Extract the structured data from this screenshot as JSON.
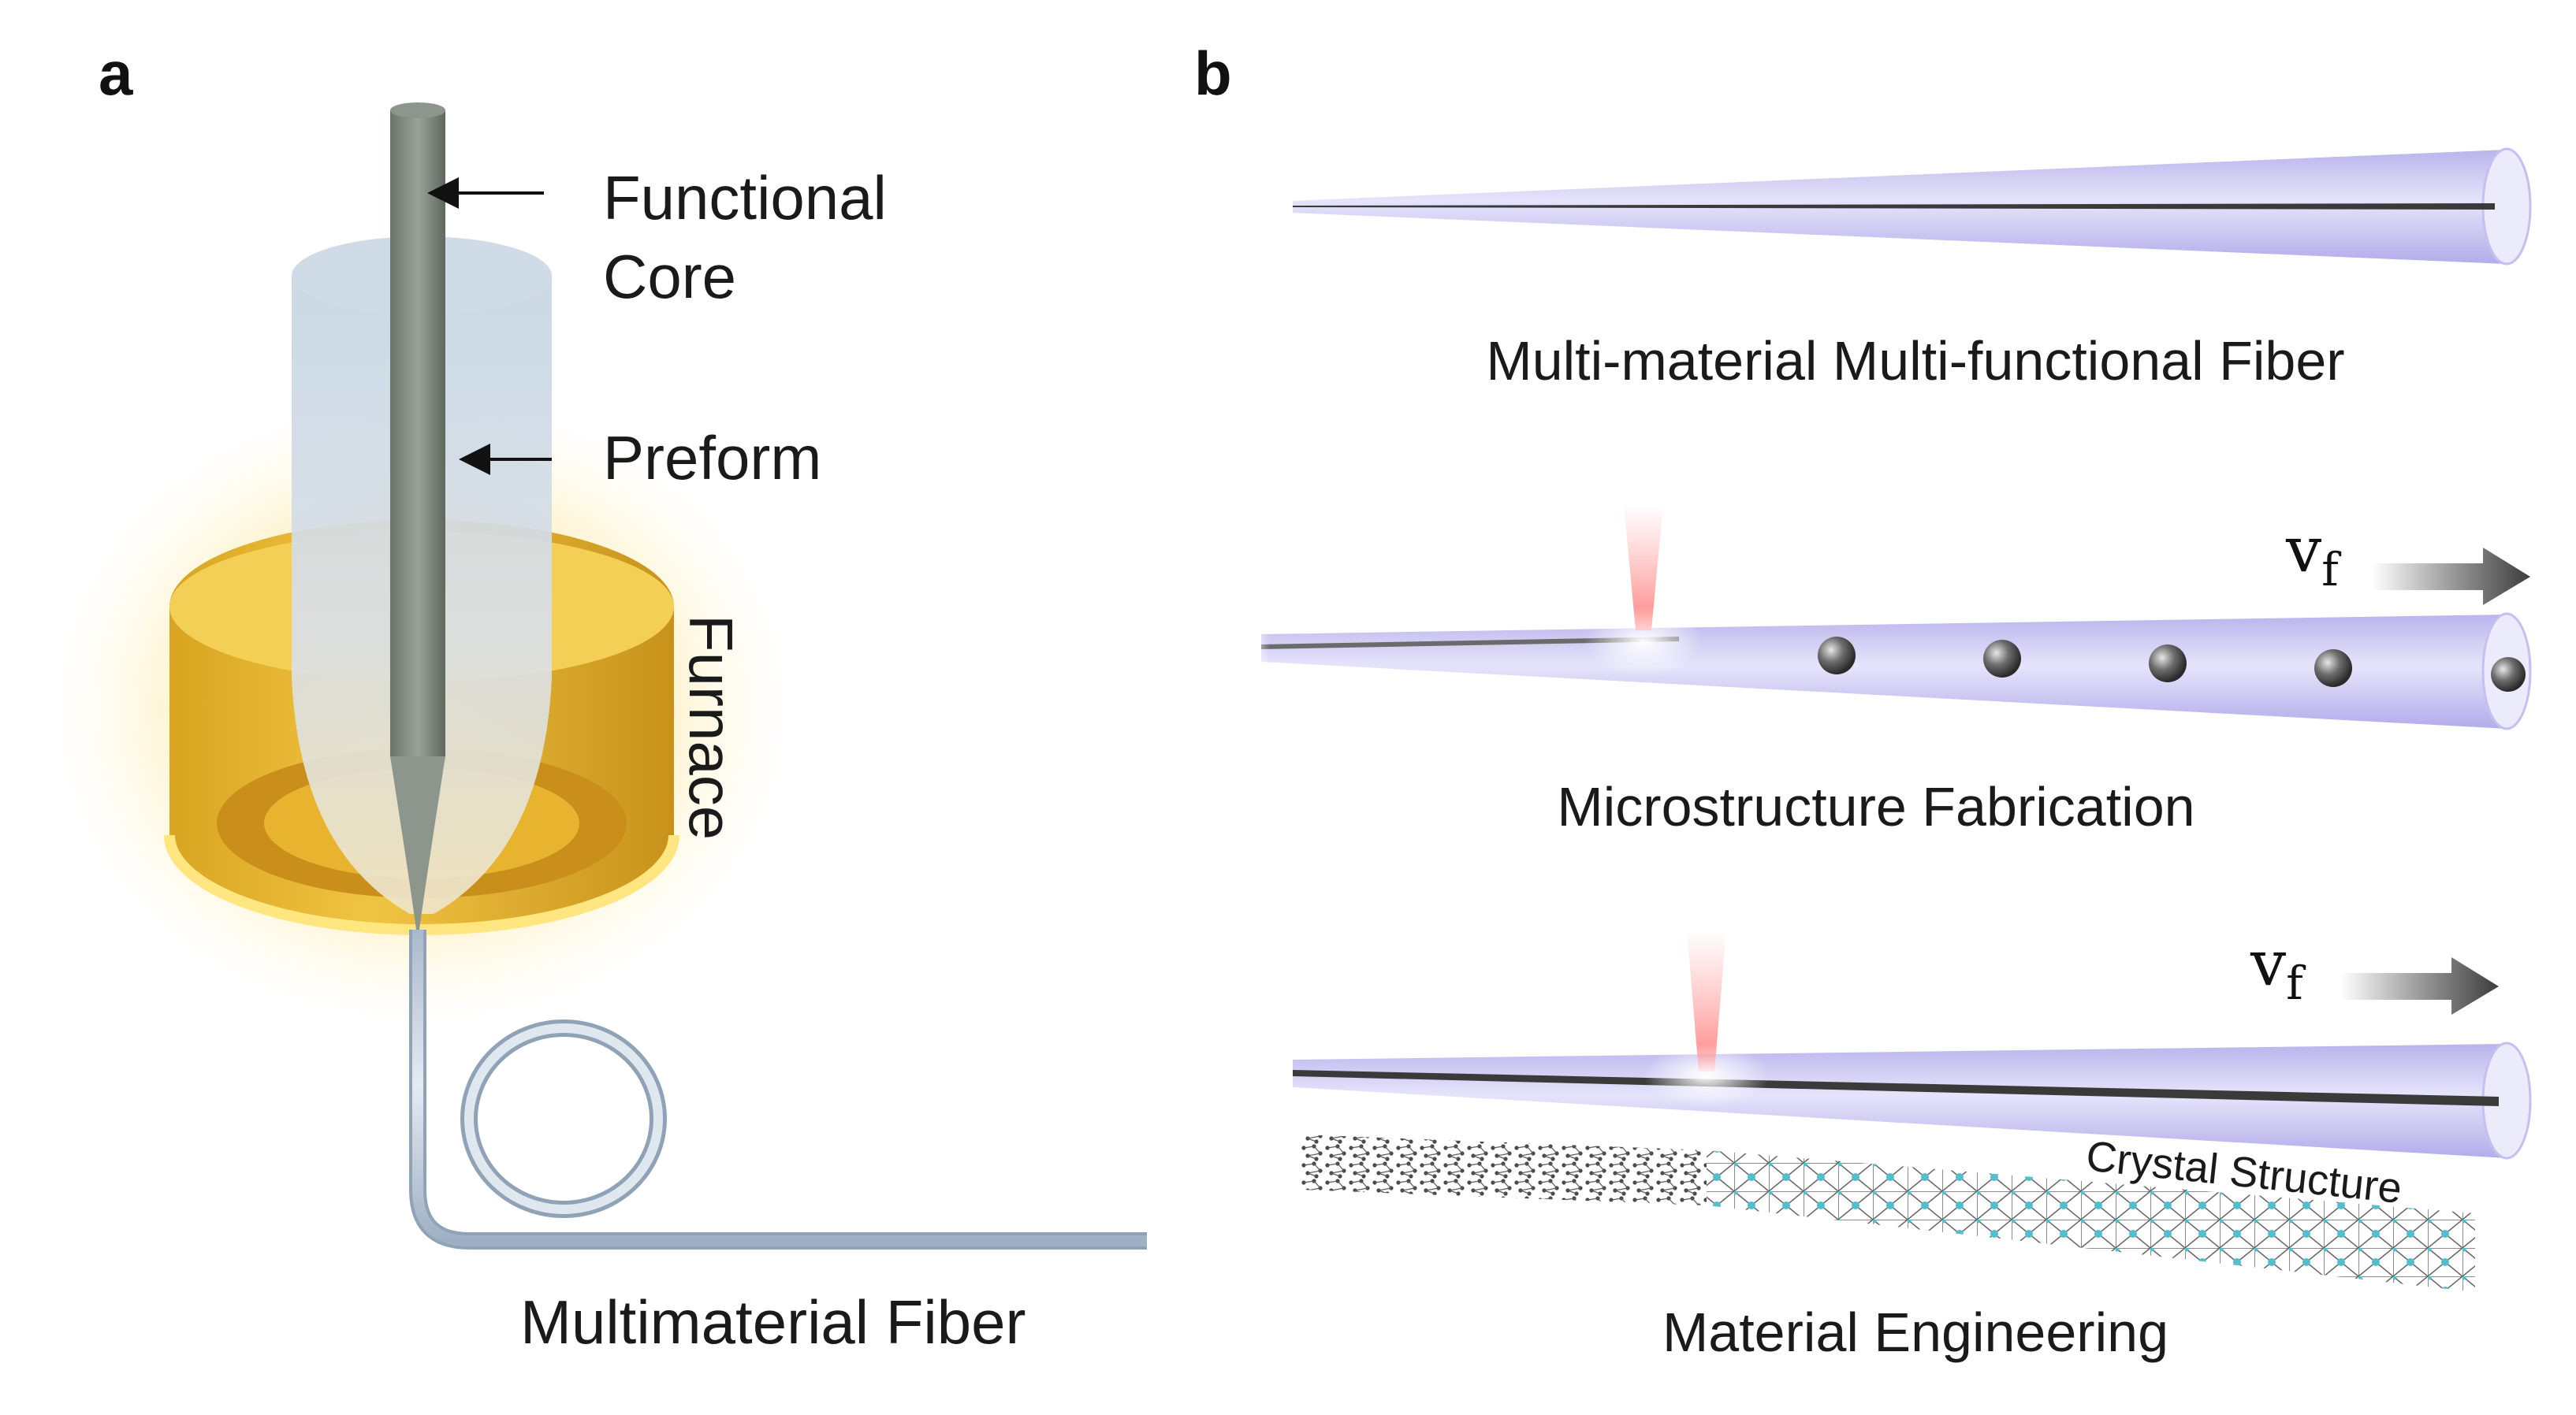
{
  "panel_a": {
    "label": "a",
    "functional_core_line1": "Functional",
    "functional_core_line2": "Core",
    "preform": "Preform",
    "furnace": "Furnace",
    "multimaterial_fiber": "Multimaterial Fiber"
  },
  "panel_b": {
    "label": "b",
    "row1_caption": "Multi-material Multi-functional Fiber",
    "row2_caption": "Microstructure Fabrication",
    "row3_caption": "Material Engineering",
    "crystal_structure": "Crystal Structure",
    "velocity_main": "v",
    "velocity_sub": "f"
  },
  "colors": {
    "furnace": "#e8b830",
    "glow": "#ffd966",
    "fiber_cladding": "#c9c6f0",
    "core": "#555555",
    "crystal_atom": "#3fb8c8"
  }
}
